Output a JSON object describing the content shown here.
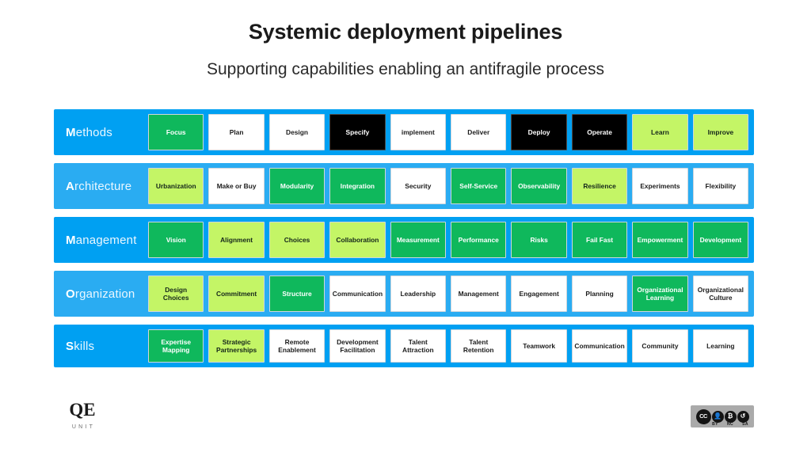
{
  "header": {
    "title": "Systemic deployment pipelines",
    "subtitle": "Supporting capabilities enabling an antifragile process"
  },
  "colors": {
    "band_primary": "#00a0f2",
    "band_alt": "#2aacf2",
    "cell_green": "#0fb85c",
    "cell_lime": "#c4f566",
    "cell_white": "#ffffff",
    "cell_black": "#000000"
  },
  "matrix": {
    "rows": [
      {
        "label": "Methods",
        "label_cap": "M",
        "label_rest": "ethods",
        "band": "tone-a",
        "cells": [
          {
            "text": "Focus",
            "state": "green"
          },
          {
            "text": "Plan",
            "state": "white"
          },
          {
            "text": "Design",
            "state": "white"
          },
          {
            "text": "Specify",
            "state": "black"
          },
          {
            "text": "implement",
            "state": "white"
          },
          {
            "text": "Deliver",
            "state": "white"
          },
          {
            "text": "Deploy",
            "state": "black"
          },
          {
            "text": "Operate",
            "state": "black"
          },
          {
            "text": "Learn",
            "state": "lime"
          },
          {
            "text": "Improve",
            "state": "lime"
          }
        ]
      },
      {
        "label": "Architecture",
        "label_cap": "A",
        "label_rest": "rchitecture",
        "band": "tone-b",
        "cells": [
          {
            "text": "Urbanization",
            "state": "lime"
          },
          {
            "text": "Make or Buy",
            "state": "white"
          },
          {
            "text": "Modularity",
            "state": "green"
          },
          {
            "text": "Integration",
            "state": "green"
          },
          {
            "text": "Security",
            "state": "white"
          },
          {
            "text": "Self-Service",
            "state": "green"
          },
          {
            "text": "Observability",
            "state": "green"
          },
          {
            "text": "Resilience",
            "state": "lime"
          },
          {
            "text": "Experiments",
            "state": "white"
          },
          {
            "text": "Flexibility",
            "state": "white"
          }
        ]
      },
      {
        "label": "Management",
        "label_cap": "M",
        "label_rest": "anagement",
        "band": "tone-a",
        "cells": [
          {
            "text": "Vision",
            "state": "green"
          },
          {
            "text": "Alignment",
            "state": "lime"
          },
          {
            "text": "Choices",
            "state": "lime"
          },
          {
            "text": "Collaboration",
            "state": "lime"
          },
          {
            "text": "Measurement",
            "state": "green"
          },
          {
            "text": "Performance",
            "state": "green"
          },
          {
            "text": "Risks",
            "state": "green"
          },
          {
            "text": "Fail Fast",
            "state": "green"
          },
          {
            "text": "Empowerment",
            "state": "green"
          },
          {
            "text": "Development",
            "state": "green"
          }
        ]
      },
      {
        "label": "Organization",
        "label_cap": "O",
        "label_rest": "rganization",
        "band": "tone-b",
        "cells": [
          {
            "text": "Design Choices",
            "state": "lime"
          },
          {
            "text": "Commitment",
            "state": "lime"
          },
          {
            "text": "Structure",
            "state": "green"
          },
          {
            "text": "Communication",
            "state": "white"
          },
          {
            "text": "Leadership",
            "state": "white"
          },
          {
            "text": "Management",
            "state": "white"
          },
          {
            "text": "Engagement",
            "state": "white"
          },
          {
            "text": "Planning",
            "state": "white"
          },
          {
            "text": "Organizational Learning",
            "state": "green"
          },
          {
            "text": "Organizational Culture",
            "state": "white"
          }
        ]
      },
      {
        "label": "Skills",
        "label_cap": "S",
        "label_rest": "kills",
        "band": "tone-a",
        "cells": [
          {
            "text": "Expertise Mapping",
            "state": "green"
          },
          {
            "text": "Strategic Partnerships",
            "state": "lime"
          },
          {
            "text": "Remote Enablement",
            "state": "white"
          },
          {
            "text": "Development Facilitation",
            "state": "white"
          },
          {
            "text": "Talent Attraction",
            "state": "white"
          },
          {
            "text": "Talent Retention",
            "state": "white"
          },
          {
            "text": "Teamwork",
            "state": "white"
          },
          {
            "text": "Communication",
            "state": "white"
          },
          {
            "text": "Community",
            "state": "white"
          },
          {
            "text": "Learning",
            "state": "white"
          }
        ]
      }
    ]
  },
  "footer": {
    "logo_mark": "QE",
    "logo_sub": "UNIT",
    "license": {
      "name": "cc-by-nc-sa-badge",
      "cc": "CC",
      "icons": [
        "BY",
        "NC",
        "SA"
      ]
    }
  }
}
